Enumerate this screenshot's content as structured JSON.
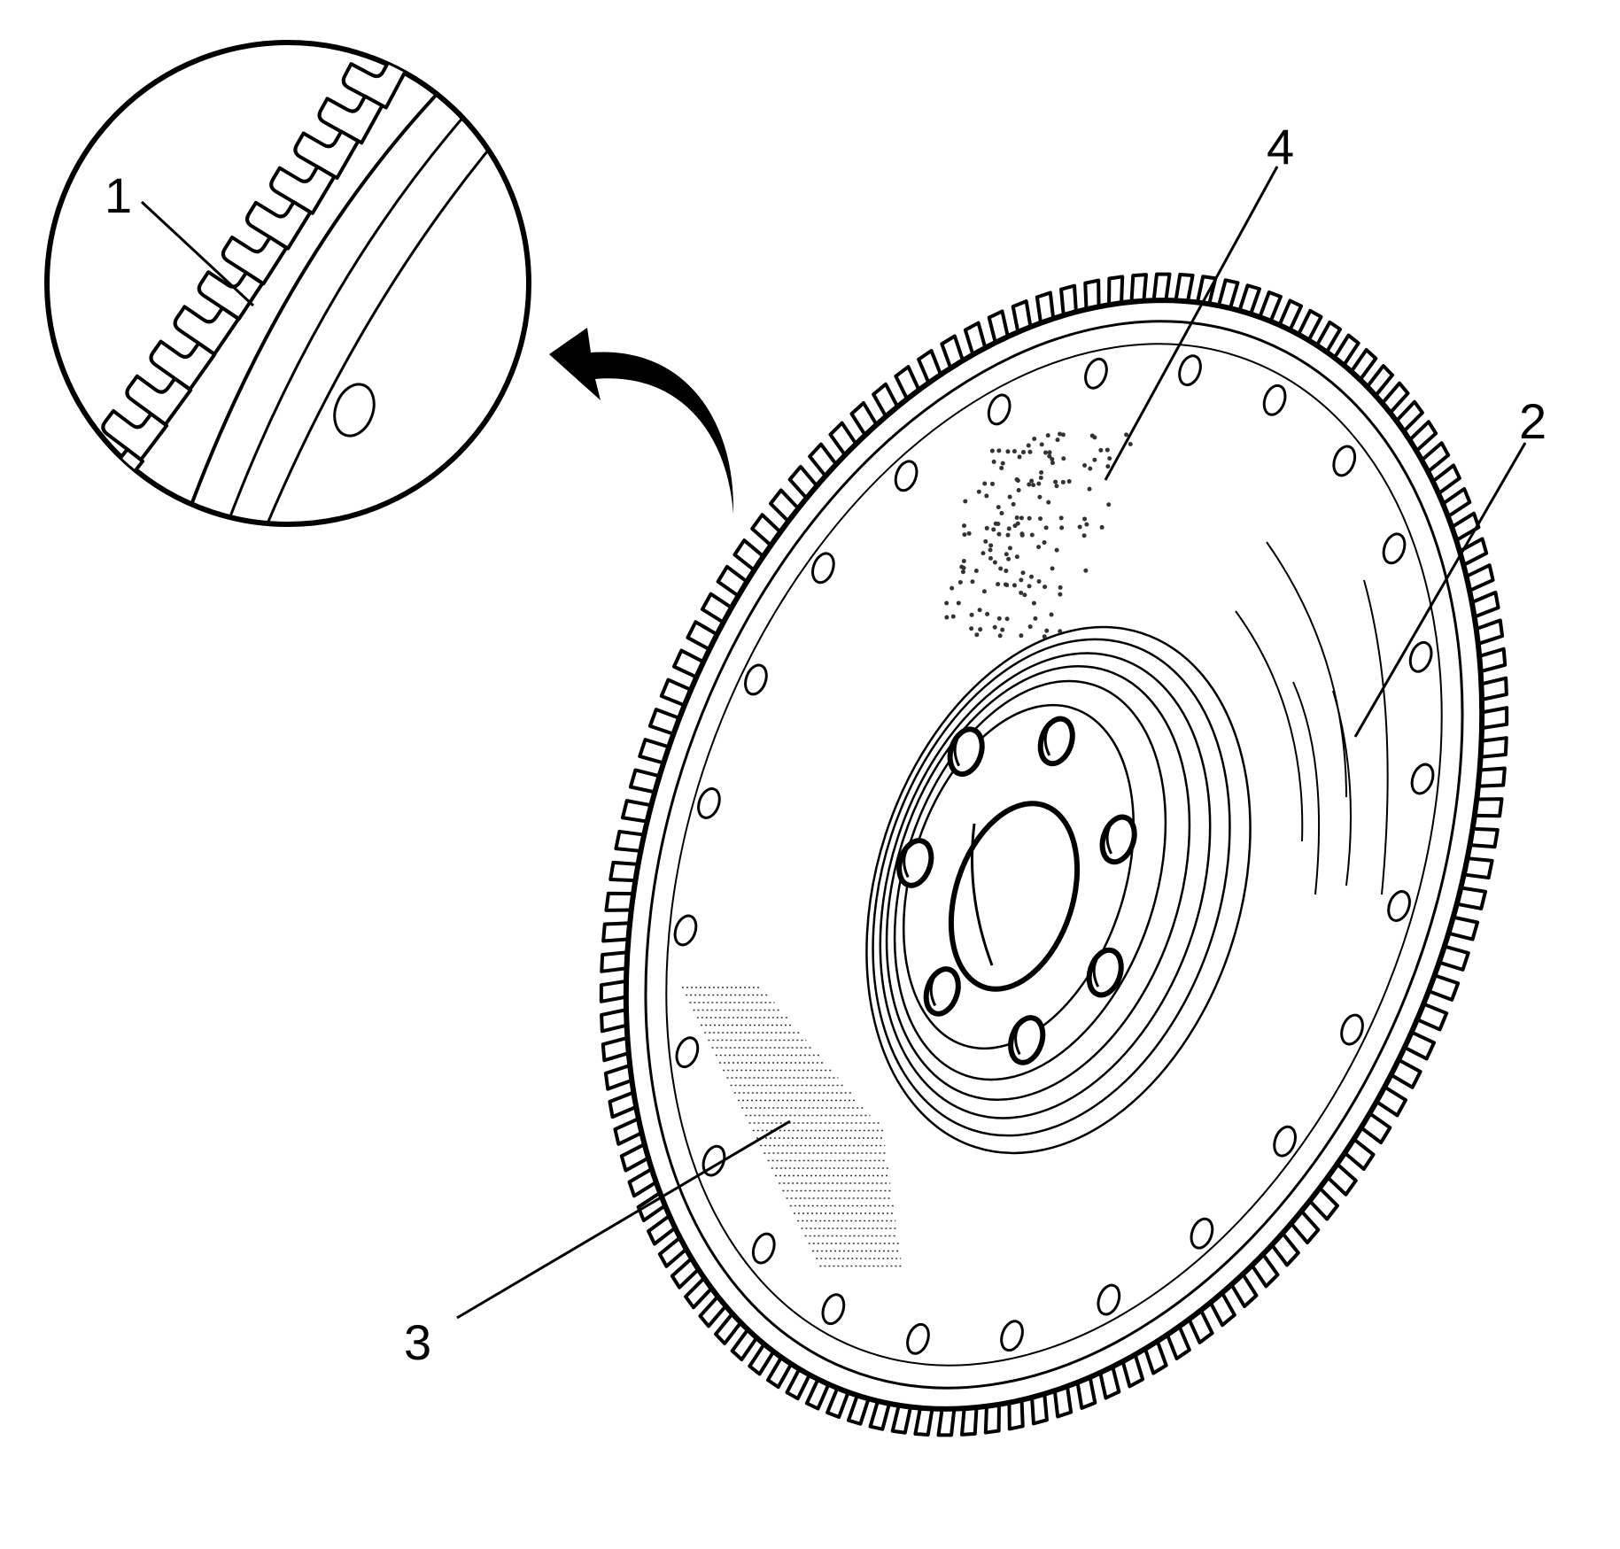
{
  "colors": {
    "ink": "#000000",
    "paper": "#ffffff",
    "stipple": "#333333"
  },
  "callouts": [
    {
      "id": "1",
      "label": "1"
    },
    {
      "id": "2",
      "label": "2"
    },
    {
      "id": "3",
      "label": "3"
    },
    {
      "id": "4",
      "label": "4"
    }
  ],
  "icons": {
    "pointer": "curved-arrow-icon",
    "detail": "magnified-detail-circle"
  }
}
